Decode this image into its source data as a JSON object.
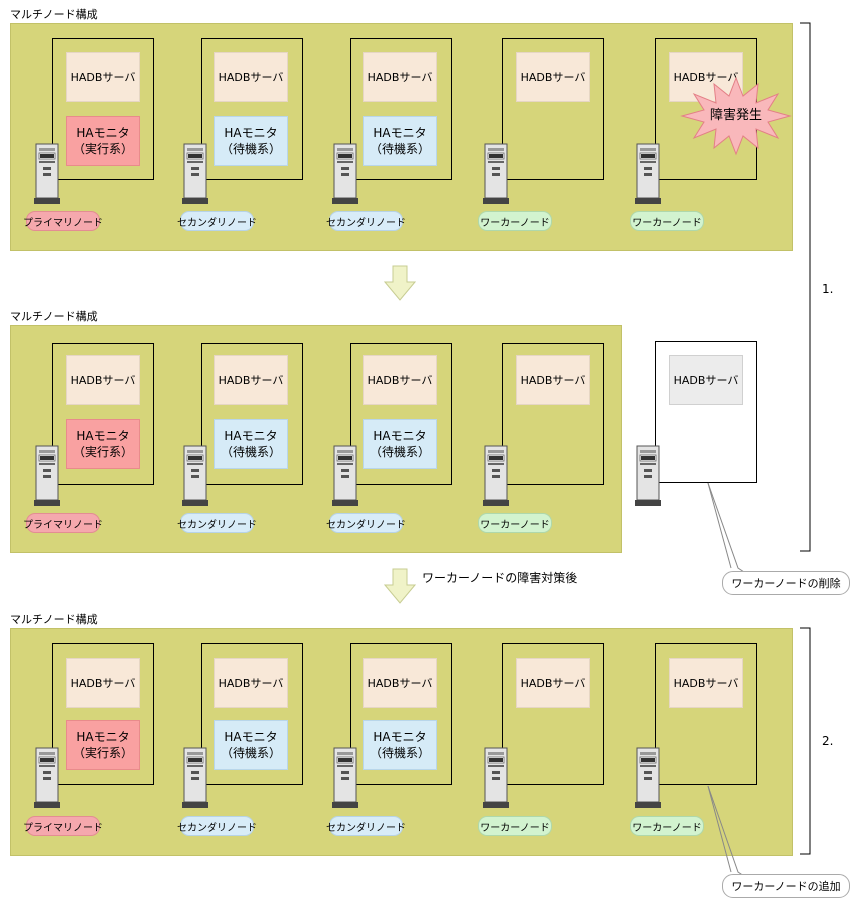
{
  "section_title": "マルチノード構成",
  "hadb_server": "HADBサーバ",
  "ha_monitor": "HAモニタ",
  "active_state": "（実行系）",
  "standby_state": "（待機系）",
  "failure_badge": "障害発生",
  "labels": {
    "primary": "プライマリノード",
    "secondary": "セカンダリノード",
    "worker": "ワーカーノード"
  },
  "arrow_note": "ワーカーノードの障害対策後",
  "callout_remove": "ワーカーノードの削除",
  "callout_add": "ワーカーノードの追加",
  "steps": [
    "1.",
    "2."
  ],
  "colors": {
    "panel": "#d6d57a",
    "hadb": "#f8e8d8",
    "ha_active": "#f9a1a1",
    "ha_standby": "#d6ebf7",
    "label_primary": "#f5a8ad",
    "label_secondary": "#d8ecf8",
    "label_worker": "#d2f3cf",
    "failure_burst": "#f9b8bb"
  }
}
